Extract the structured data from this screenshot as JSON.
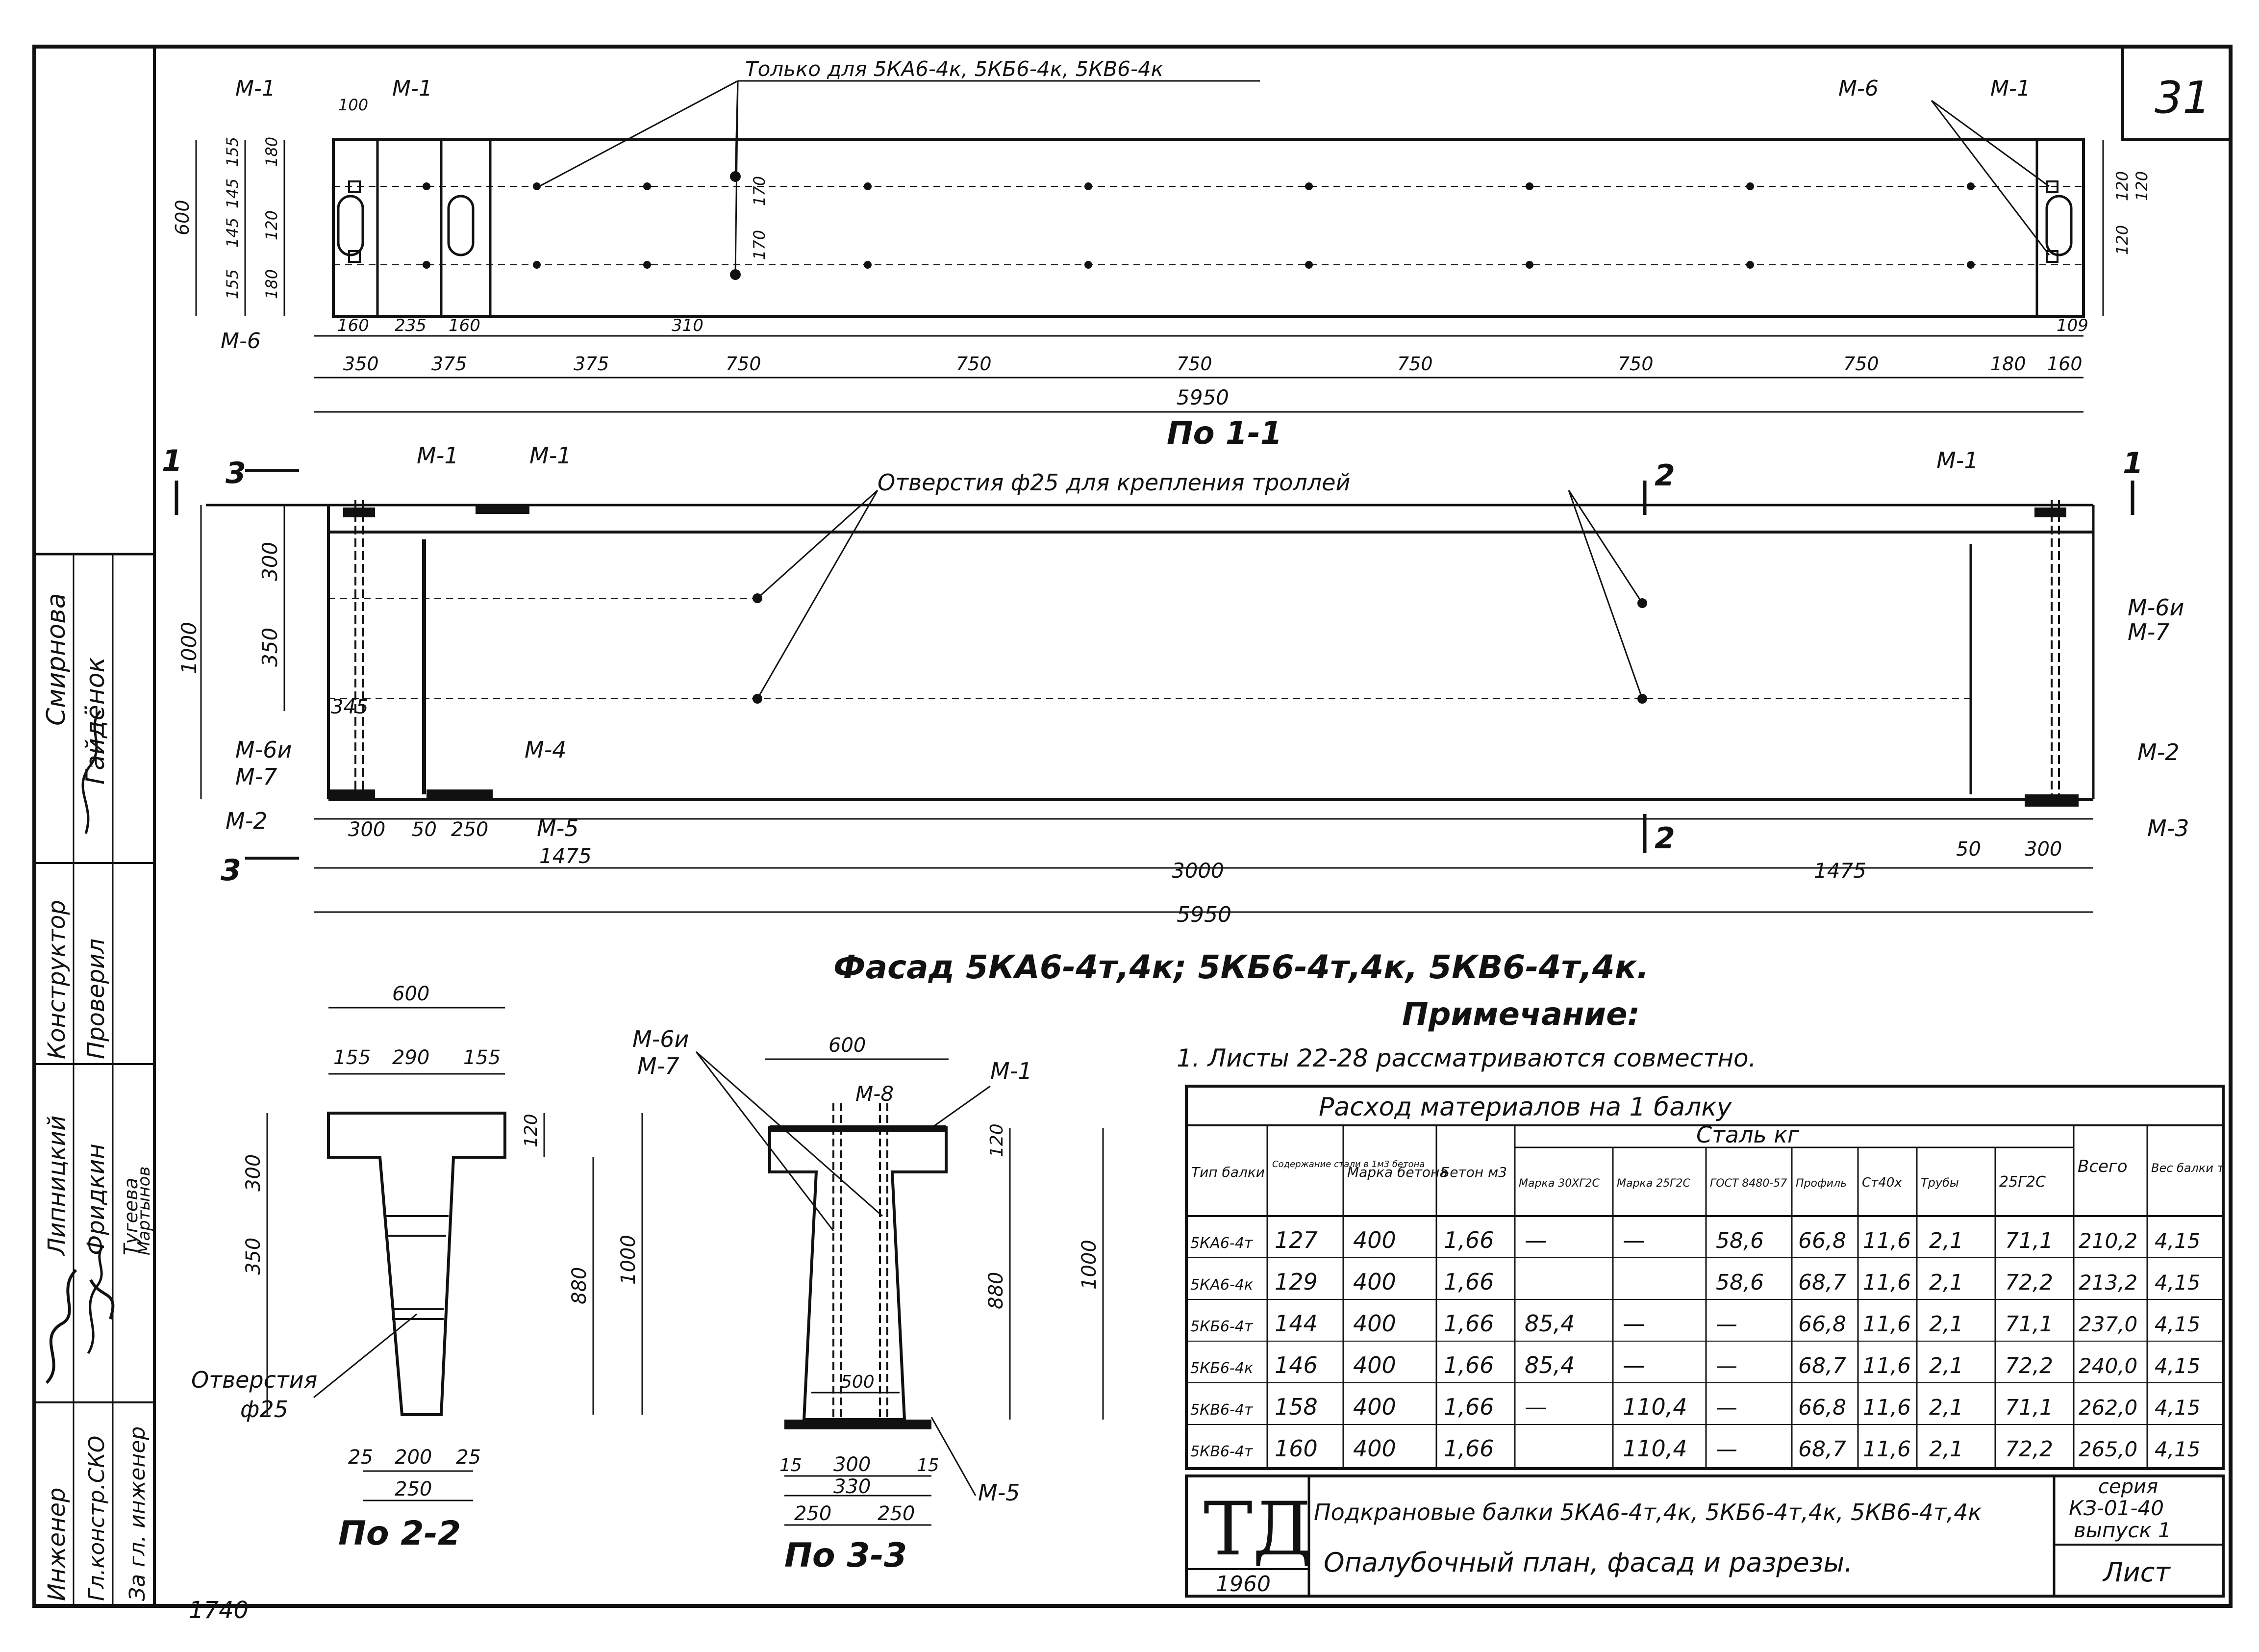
{
  "sheet": {
    "number": "31",
    "bottom_left_note": "1740"
  },
  "plan": {
    "title": "По 1-1",
    "note_only_for": "Только для 5КА6-4к, 5КБ6-4к, 5КВ6-4к",
    "labels": [
      "M-1",
      "M-1",
      "M-6",
      "M-6",
      "M-1"
    ],
    "vdims_left": [
      "600",
      "155",
      "145",
      "145",
      "155",
      "180",
      "120",
      "180",
      "100"
    ],
    "vdims_right": [
      "120",
      "120",
      "120"
    ],
    "vdims_mid": [
      "170",
      "170"
    ],
    "top_dims": [
      "160",
      "235",
      "160",
      "310",
      "109"
    ],
    "bottom_dims": [
      "350",
      "375",
      "375",
      "750",
      "750",
      "750",
      "750",
      "750",
      "750",
      "180",
      "160"
    ],
    "total": "5950"
  },
  "facade": {
    "title": "Фасад 5КА6-4т,4к; 5КБ6-4т,4к, 5КВ6-4т,4к.",
    "holes_note": "Отверстия ф25 для крепления троллей",
    "section_marks": [
      "1",
      "1",
      "2",
      "2",
      "3",
      "3"
    ],
    "labels": [
      "M-1",
      "M-1",
      "M-1",
      "M-6и",
      "M-7",
      "M-4",
      "M-2",
      "M-5",
      "M-6и",
      "M-7",
      "M-2",
      "M-3"
    ],
    "vdims": [
      "1000",
      "300",
      "350",
      "345"
    ],
    "bottom_dims": [
      "300",
      "50",
      "250",
      "1475",
      "3000",
      "1475",
      "50",
      "300"
    ],
    "total": "5950"
  },
  "section22": {
    "title": "По 2-2",
    "top_dims": [
      "600",
      "155",
      "290",
      "155"
    ],
    "vdims": [
      "300",
      "350",
      "120",
      "880",
      "1000"
    ],
    "bottom_dims": [
      "25",
      "200",
      "25",
      "250"
    ],
    "holes_note_1": "Отверстия",
    "holes_note_2": "ф25"
  },
  "section33": {
    "title": "По 3-3",
    "labels": [
      "M-6и",
      "M-7",
      "M-8",
      "M-1",
      "M-5"
    ],
    "top_dim": "600",
    "vdims": [
      "120",
      "880",
      "1000"
    ],
    "inner_dim": "500",
    "bottom_dims": [
      "15",
      "300",
      "15",
      "330",
      "250",
      "250"
    ]
  },
  "note": {
    "heading": "Примечание:",
    "text": "1. Листы 22-28 рассматриваются совместно."
  },
  "materials_table": {
    "caption": "Расход материалов на 1 балку",
    "steel_group": "Сталь   кг",
    "headers": {
      "type": "Тип балки",
      "steel_content": "Содержание стали в 1м3 бетона",
      "concrete_grade": "Марка бетона",
      "concrete_volume": "Бетон м3",
      "steel_cols": [
        "Марка 30ХГ2С",
        "Марка 25Г2С",
        "ГОСТ 8480-57",
        "Профиль",
        "Ст40х",
        "Трубы",
        "25Г2С"
      ],
      "total": "Всего",
      "weight": "Вес балки т"
    },
    "rows": [
      [
        "5КА6-4т",
        "127",
        "400",
        "1,66",
        "—",
        "—",
        "58,6",
        "66,8",
        "11,6",
        "2,1",
        "71,1",
        "210,2",
        "4,15"
      ],
      [
        "5КА6-4к",
        "129",
        "400",
        "1,66",
        "",
        "",
        "58,6",
        "68,7",
        "11,6",
        "2,1",
        "72,2",
        "213,2",
        "4,15"
      ],
      [
        "5КБ6-4т",
        "144",
        "400",
        "1,66",
        "85,4",
        "—",
        "—",
        "66,8",
        "11,6",
        "2,1",
        "71,1",
        "237,0",
        "4,15"
      ],
      [
        "5КБ6-4к",
        "146",
        "400",
        "1,66",
        "85,4",
        "—",
        "—",
        "68,7",
        "11,6",
        "2,1",
        "72,2",
        "240,0",
        "4,15"
      ],
      [
        "5КВ6-4т",
        "158",
        "400",
        "1,66",
        "—",
        "110,4",
        "—",
        "66,8",
        "11,6",
        "2,1",
        "71,1",
        "262,0",
        "4,15"
      ],
      [
        "5КВ6-4т",
        "160",
        "400",
        "1,66",
        "",
        "110,4",
        "—",
        "68,7",
        "11,6",
        "2,1",
        "72,2",
        "265,0",
        "4,15"
      ]
    ]
  },
  "title_block": {
    "logo": "ТД",
    "year": "1960",
    "title_line1": "Подкрановые балки 5КА6-4т,4к, 5КБ6-4т,4к, 5КВ6-4т,4к",
    "title_line2": "Опалубочный план, фасад и разрезы.",
    "series_label": "серия",
    "series_value": "КЗ-01-40",
    "issue": "выпуск 1",
    "sheet_label": "Лист"
  },
  "side_stamp": {
    "roles": [
      "Инженер",
      "Гл.констр.СКО",
      "За гл. инженер",
      "Конструктор",
      "Проверил"
    ],
    "names": [
      "Липницкий",
      "Фридкин",
      "Тугеева",
      "Мартынов",
      "Смирнова",
      "Гайдёнок"
    ]
  }
}
